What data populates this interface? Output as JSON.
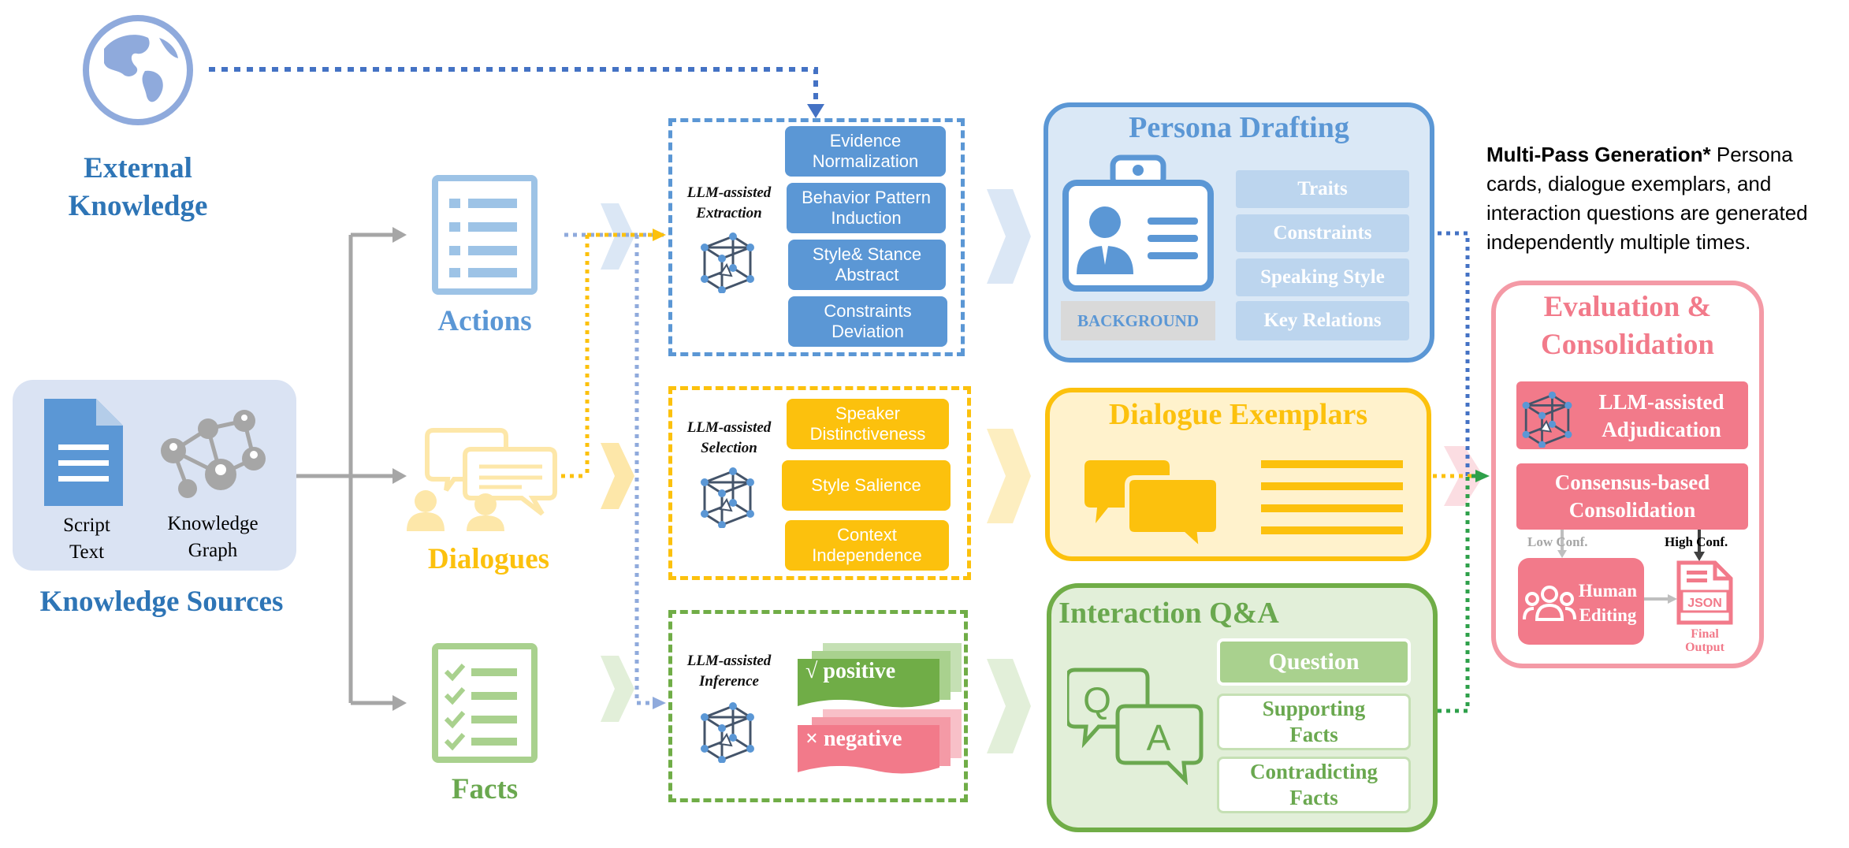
{
  "external_knowledge": {
    "line1": "External",
    "line2": "Knowledge"
  },
  "knowledge_sources": {
    "title": "Knowledge Sources",
    "script_text": {
      "line1": "Script",
      "line2": "Text"
    },
    "knowledge_graph": {
      "line1": "Knowledge",
      "line2": "Graph"
    }
  },
  "sources": {
    "actions": "Actions",
    "dialogues": "Dialogues",
    "facts": "Facts"
  },
  "extraction": {
    "label": {
      "line1": "LLM-assisted",
      "line2": "Extraction"
    },
    "items": [
      {
        "line1": "Evidence",
        "line2": "Normalization"
      },
      {
        "line1": "Behavior Pattern",
        "line2": "Induction"
      },
      {
        "line1": "Style& Stance",
        "line2": "Abstract"
      },
      {
        "line1": "Constraints",
        "line2": "Deviation"
      }
    ]
  },
  "selection": {
    "label": {
      "line1": "LLM-assisted",
      "line2": "Selection"
    },
    "items": [
      {
        "line1": "Speaker",
        "line2": "Distinctiveness"
      },
      {
        "line1": "Style Salience",
        "line2": ""
      },
      {
        "line1": "Context",
        "line2": "Independence"
      }
    ]
  },
  "inference": {
    "label": {
      "line1": "LLM-assisted",
      "line2": "Inference"
    },
    "positive": "√ positive",
    "negative": "× negative"
  },
  "persona": {
    "title": "Persona Drafting",
    "background": "BACKGROUND",
    "fields": [
      "Traits",
      "Constraints",
      "Speaking Style",
      "Key Relations"
    ]
  },
  "dialogue_exemplars": {
    "title": "Dialogue Exemplars"
  },
  "interaction": {
    "title": "Interaction Q&A",
    "question": "Question",
    "supporting": {
      "line1": "Supporting",
      "line2": "Facts"
    },
    "contradicting": {
      "line1": "Contradicting",
      "line2": "Facts"
    },
    "qa_q": "Q",
    "qa_a": "A"
  },
  "multipass": {
    "bold": "Multi-Pass Generation*",
    "text1": " Persona",
    "line2": "cards, dialogue exemplars, and",
    "line3": "interaction questions are generated",
    "line4": "independently multiple times."
  },
  "evaluation": {
    "title_line1": "Evaluation &",
    "title_line2": "Consolidation",
    "adjudication": {
      "line1": "LLM-assisted",
      "line2": "Adjudication"
    },
    "consensus": {
      "line1": "Consensus-based",
      "line2": "Consolidation"
    },
    "low_conf": "Low Conf.",
    "high_conf": "High Conf.",
    "human": {
      "line1": "Human",
      "line2": "Editing"
    },
    "json": "JSON",
    "final": {
      "line1": "Final",
      "line2": "Output"
    }
  },
  "colors": {
    "blue": "#5b97d5",
    "dark_blue": "#2e75b6",
    "yellow": "#fcc10d",
    "green": "#6aa84f",
    "pink": "#f27a8a",
    "gray": "#a6a6a6"
  }
}
